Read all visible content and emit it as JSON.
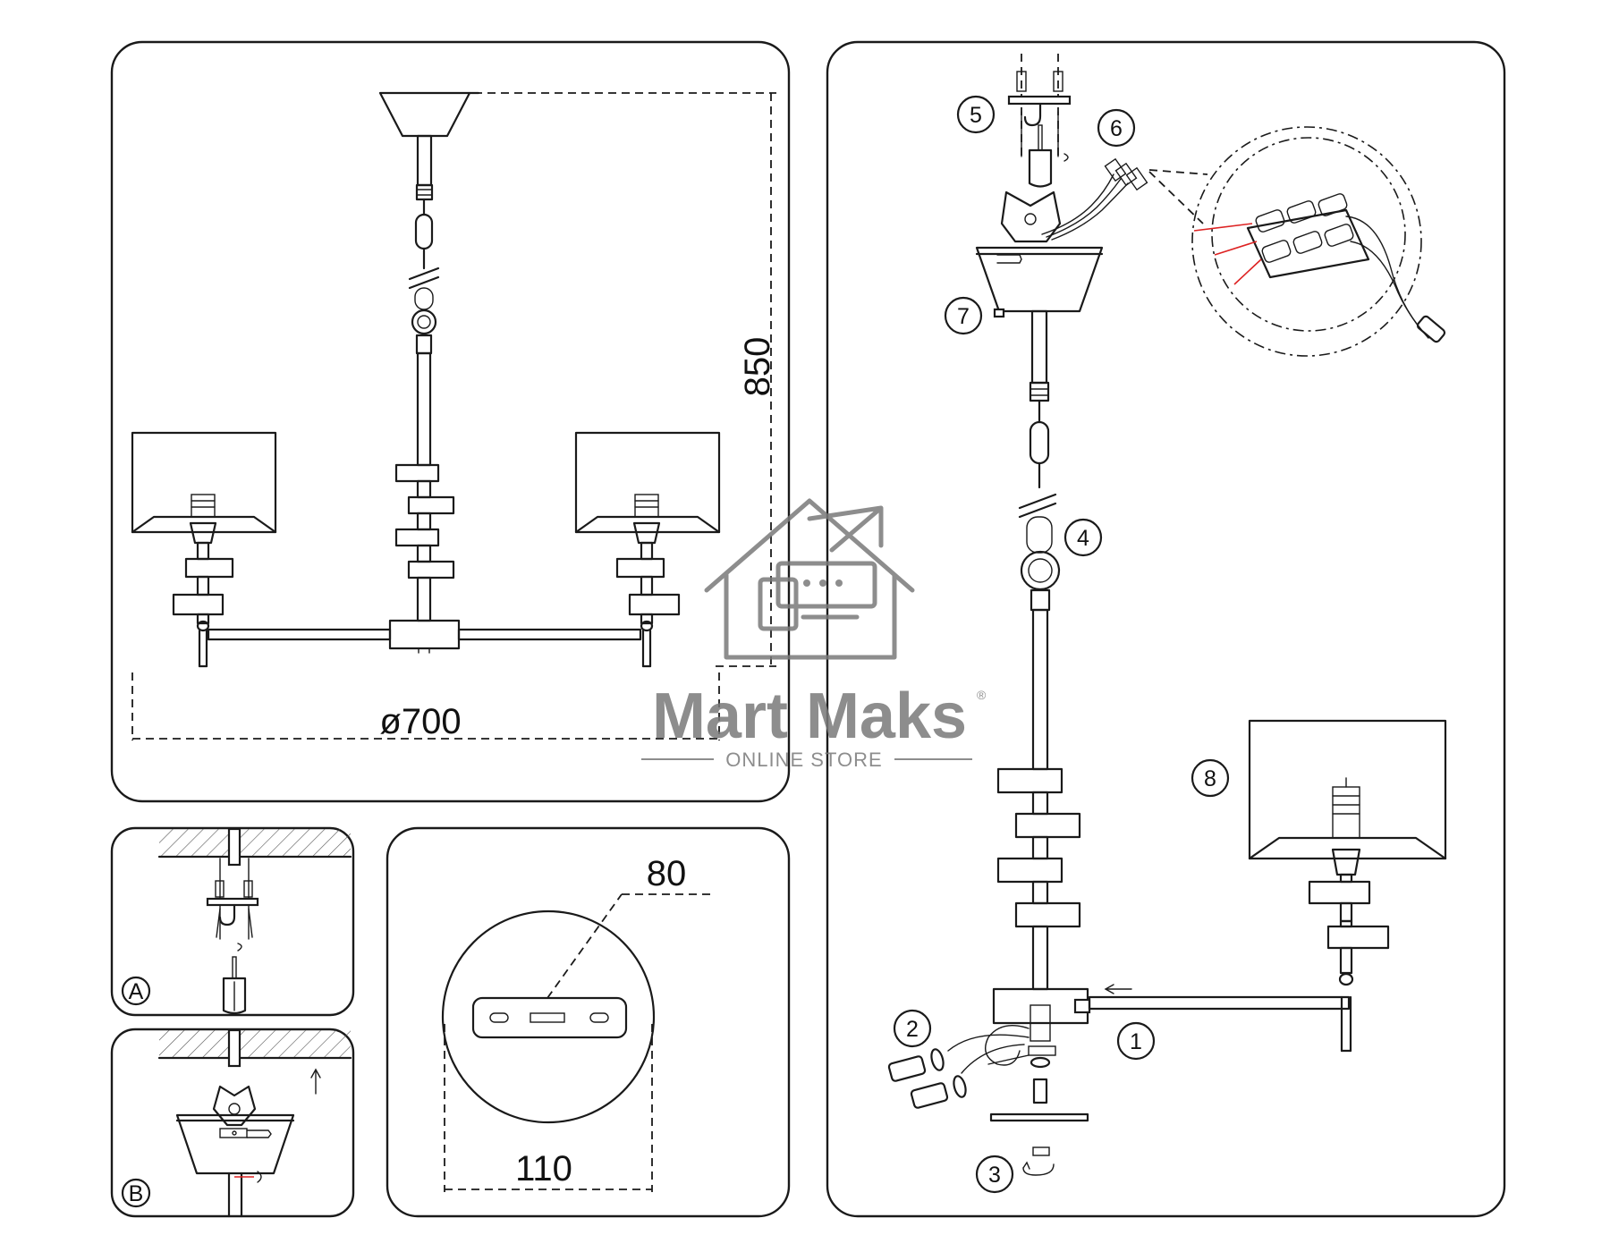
{
  "dimensions": {
    "height": "850",
    "diameter": "ø700",
    "canopy_depth": "80",
    "canopy_width": "110"
  },
  "panels": {
    "mount_a_label": "A",
    "mount_b_label": "B"
  },
  "steps": [
    "1",
    "2",
    "3",
    "4",
    "5",
    "6",
    "7",
    "8"
  ],
  "watermark": {
    "brand": "Mart Maks",
    "registered": "®",
    "tagline": "ONLINE STORE",
    "color": "#7a7a7a"
  }
}
